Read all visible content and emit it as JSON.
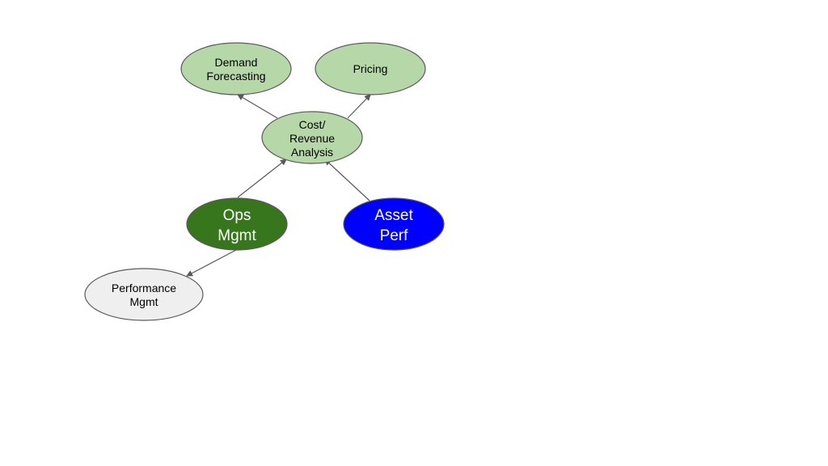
{
  "colors": {
    "light_green": "#b6d7a8",
    "dark_green": "#38761d",
    "blue": "#0000ff",
    "light_gray": "#efefef",
    "edge": "#595959",
    "node_border": "#595959"
  },
  "nodes": {
    "demand": {
      "lines": [
        "Demand",
        "Forecasting"
      ]
    },
    "pricing": {
      "lines": [
        "Pricing"
      ]
    },
    "cost": {
      "lines": [
        "Cost/",
        "Revenue",
        "Analysis"
      ]
    },
    "ops": {
      "lines": [
        "Ops",
        "Mgmt"
      ]
    },
    "asset": {
      "lines": [
        "Asset",
        "Perf"
      ]
    },
    "performance": {
      "lines": [
        "Performance",
        "Mgmt"
      ]
    }
  }
}
